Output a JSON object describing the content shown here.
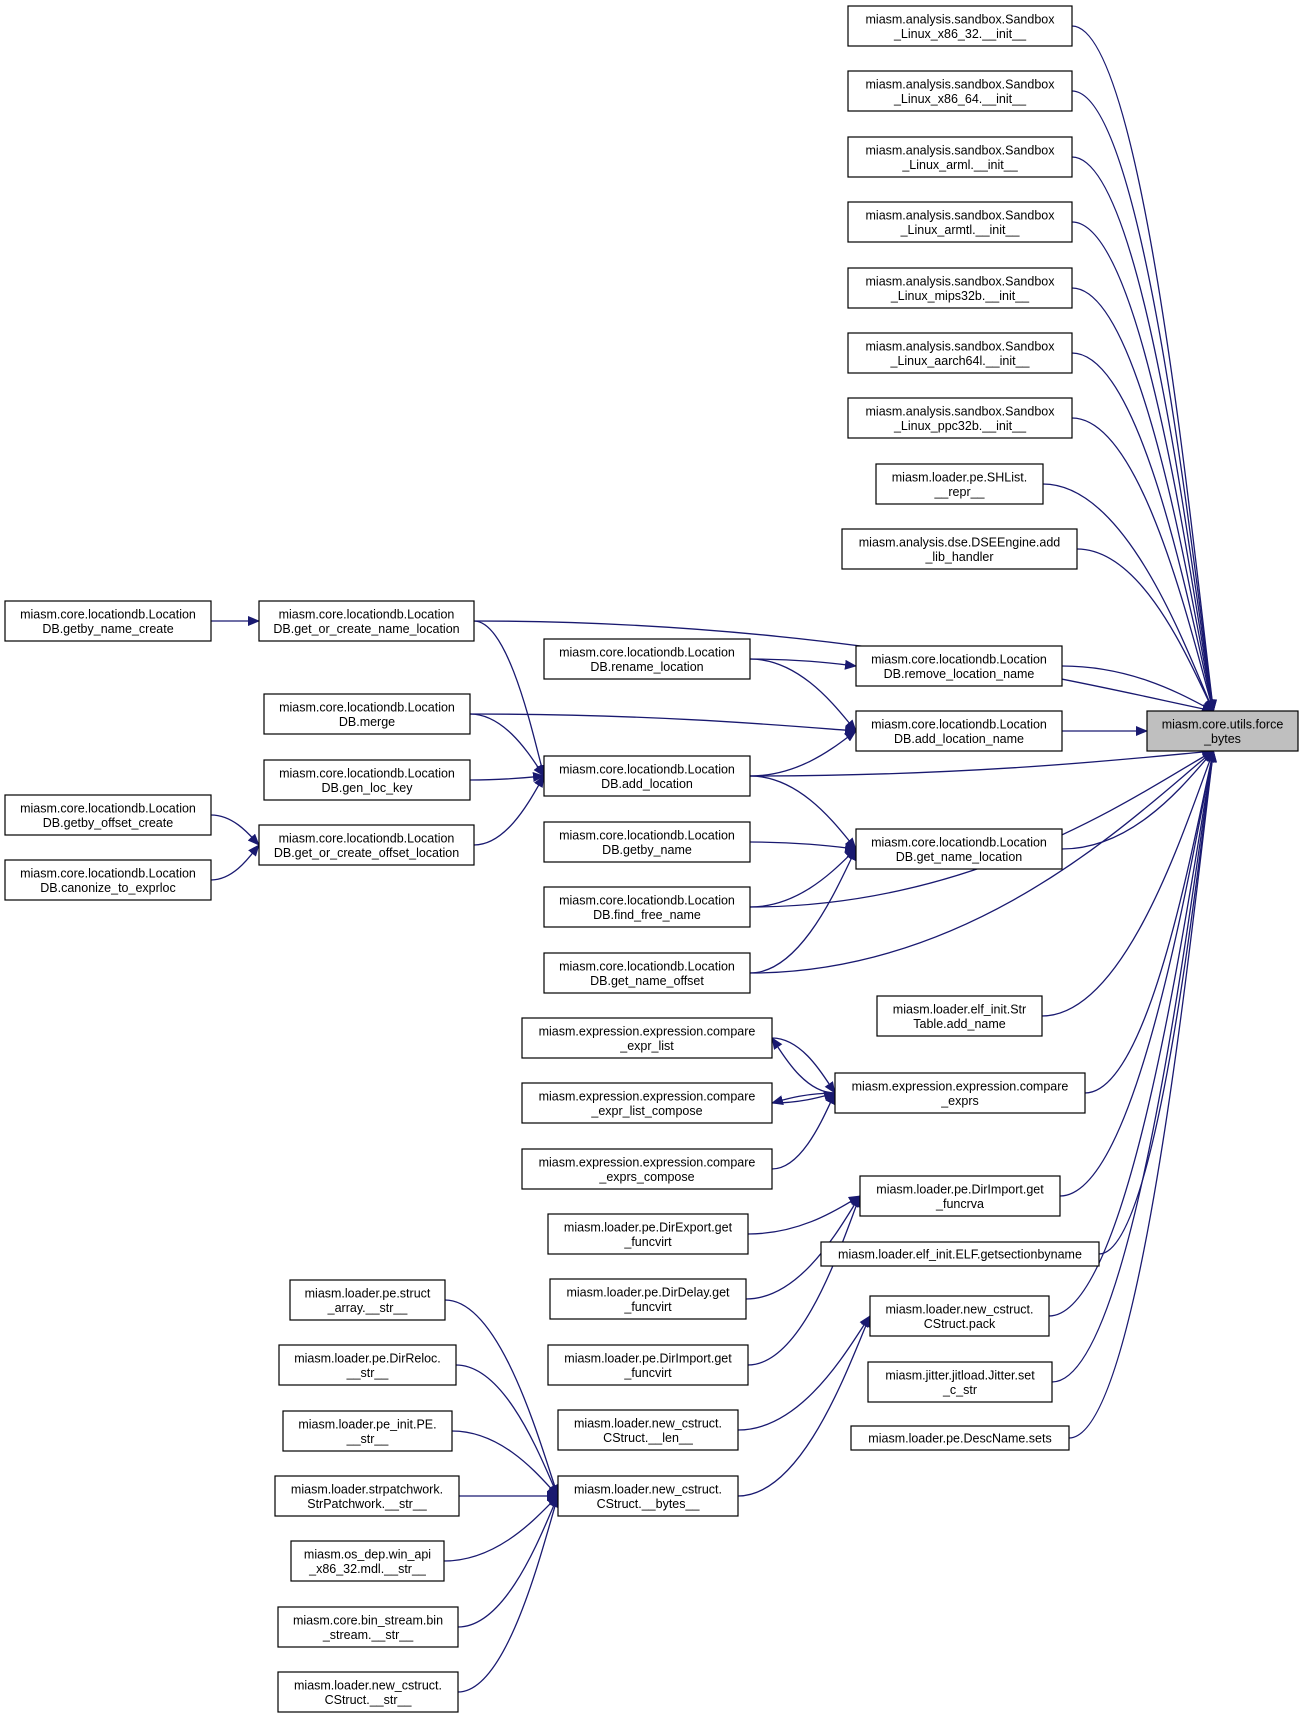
{
  "graph": {
    "root": "root",
    "nodes": [
      {
        "id": "root",
        "lines": [
          "miasm.core.utils.force",
          "_bytes"
        ]
      },
      {
        "id": "sb_x86_32",
        "lines": [
          "miasm.analysis.sandbox.Sandbox",
          "_Linux_x86_32.__init__"
        ]
      },
      {
        "id": "sb_x86_64",
        "lines": [
          "miasm.analysis.sandbox.Sandbox",
          "_Linux_x86_64.__init__"
        ]
      },
      {
        "id": "sb_arml",
        "lines": [
          "miasm.analysis.sandbox.Sandbox",
          "_Linux_arml.__init__"
        ]
      },
      {
        "id": "sb_armtl",
        "lines": [
          "miasm.analysis.sandbox.Sandbox",
          "_Linux_armtl.__init__"
        ]
      },
      {
        "id": "sb_mips32b",
        "lines": [
          "miasm.analysis.sandbox.Sandbox",
          "_Linux_mips32b.__init__"
        ]
      },
      {
        "id": "sb_aarch64l",
        "lines": [
          "miasm.analysis.sandbox.Sandbox",
          "_Linux_aarch64l.__init__"
        ]
      },
      {
        "id": "sb_ppc32b",
        "lines": [
          "miasm.analysis.sandbox.Sandbox",
          "_Linux_ppc32b.__init__"
        ]
      },
      {
        "id": "shlist_repr",
        "lines": [
          "miasm.loader.pe.SHList.",
          "__repr__"
        ]
      },
      {
        "id": "dse_add_lib",
        "lines": [
          "miasm.analysis.dse.DSEEngine.add",
          "_lib_handler"
        ]
      },
      {
        "id": "getby_name_create",
        "lines": [
          "miasm.core.locationdb.Location",
          "DB.getby_name_create"
        ]
      },
      {
        "id": "get_or_create_name_location",
        "lines": [
          "miasm.core.locationdb.Location",
          "DB.get_or_create_name_location"
        ]
      },
      {
        "id": "rename_location",
        "lines": [
          "miasm.core.locationdb.Location",
          "DB.rename_location"
        ]
      },
      {
        "id": "remove_location_name",
        "lines": [
          "miasm.core.locationdb.Location",
          "DB.remove_location_name"
        ]
      },
      {
        "id": "merge",
        "lines": [
          "miasm.core.locationdb.Location",
          "DB.merge"
        ]
      },
      {
        "id": "add_location_name",
        "lines": [
          "miasm.core.locationdb.Location",
          "DB.add_location_name"
        ]
      },
      {
        "id": "gen_loc_key",
        "lines": [
          "miasm.core.locationdb.Location",
          "DB.gen_loc_key"
        ]
      },
      {
        "id": "add_location",
        "lines": [
          "miasm.core.locationdb.Location",
          "DB.add_location"
        ]
      },
      {
        "id": "getby_offset_create",
        "lines": [
          "miasm.core.locationdb.Location",
          "DB.getby_offset_create"
        ]
      },
      {
        "id": "get_or_create_offset_location",
        "lines": [
          "miasm.core.locationdb.Location",
          "DB.get_or_create_offset_location"
        ]
      },
      {
        "id": "canonize_to_exprloc",
        "lines": [
          "miasm.core.locationdb.Location",
          "DB.canonize_to_exprloc"
        ]
      },
      {
        "id": "getby_name",
        "lines": [
          "miasm.core.locationdb.Location",
          "DB.getby_name"
        ]
      },
      {
        "id": "get_name_location",
        "lines": [
          "miasm.core.locationdb.Location",
          "DB.get_name_location"
        ]
      },
      {
        "id": "find_free_name",
        "lines": [
          "miasm.core.locationdb.Location",
          "DB.find_free_name"
        ]
      },
      {
        "id": "get_name_offset",
        "lines": [
          "miasm.core.locationdb.Location",
          "DB.get_name_offset"
        ]
      },
      {
        "id": "strtable_add_name",
        "lines": [
          "miasm.loader.elf_init.Str",
          "Table.add_name"
        ]
      },
      {
        "id": "compare_expr_list",
        "lines": [
          "miasm.expression.expression.compare",
          "_expr_list"
        ]
      },
      {
        "id": "compare_exprs",
        "lines": [
          "miasm.expression.expression.compare",
          "_exprs"
        ]
      },
      {
        "id": "compare_expr_list_compose",
        "lines": [
          "miasm.expression.expression.compare",
          "_expr_list_compose"
        ]
      },
      {
        "id": "compare_exprs_compose",
        "lines": [
          "miasm.expression.expression.compare",
          "_exprs_compose"
        ]
      },
      {
        "id": "dirimport_get_funcrva",
        "lines": [
          "miasm.loader.pe.DirImport.get",
          "_funcrva"
        ]
      },
      {
        "id": "direxport_get_funcvirt",
        "lines": [
          "miasm.loader.pe.DirExport.get",
          "_funcvirt"
        ]
      },
      {
        "id": "getsectionbyname",
        "lines": [
          "miasm.loader.elf_init.ELF.getsectionbyname"
        ]
      },
      {
        "id": "dirdelay_get_funcvirt",
        "lines": [
          "miasm.loader.pe.DirDelay.get",
          "_funcvirt"
        ]
      },
      {
        "id": "struct_array_str",
        "lines": [
          "miasm.loader.pe.struct",
          "_array.__str__"
        ]
      },
      {
        "id": "cstruct_pack",
        "lines": [
          "miasm.loader.new_cstruct.",
          "CStruct.pack"
        ]
      },
      {
        "id": "dirreloc_str",
        "lines": [
          "miasm.loader.pe.DirReloc.",
          "__str__"
        ]
      },
      {
        "id": "dirimport_get_funcvirt",
        "lines": [
          "miasm.loader.pe.DirImport.get",
          "_funcvirt"
        ]
      },
      {
        "id": "jitter_set_c_str",
        "lines": [
          "miasm.jitter.jitload.Jitter.set",
          "_c_str"
        ]
      },
      {
        "id": "pe_init_str",
        "lines": [
          "miasm.loader.pe_init.PE.",
          "__str__"
        ]
      },
      {
        "id": "cstruct_len",
        "lines": [
          "miasm.loader.new_cstruct.",
          "CStruct.__len__"
        ]
      },
      {
        "id": "descname_sets",
        "lines": [
          "miasm.loader.pe.DescName.sets"
        ]
      },
      {
        "id": "strpatchwork_str",
        "lines": [
          "miasm.loader.strpatchwork.",
          "StrPatchwork.__str__"
        ]
      },
      {
        "id": "cstruct_bytes",
        "lines": [
          "miasm.loader.new_cstruct.",
          "CStruct.__bytes__"
        ]
      },
      {
        "id": "win_api_mdl_str",
        "lines": [
          "miasm.os_dep.win_api",
          "_x86_32.mdl.__str__"
        ]
      },
      {
        "id": "bin_stream_str",
        "lines": [
          "miasm.core.bin_stream.bin",
          "_stream.__str__"
        ]
      },
      {
        "id": "cstruct_str",
        "lines": [
          "miasm.loader.new_cstruct.",
          "CStruct.__str__"
        ]
      }
    ],
    "edges": [
      {
        "from": "sb_x86_32",
        "to": "root"
      },
      {
        "from": "sb_x86_64",
        "to": "root"
      },
      {
        "from": "sb_arml",
        "to": "root"
      },
      {
        "from": "sb_armtl",
        "to": "root"
      },
      {
        "from": "sb_mips32b",
        "to": "root"
      },
      {
        "from": "sb_aarch64l",
        "to": "root"
      },
      {
        "from": "sb_ppc32b",
        "to": "root"
      },
      {
        "from": "shlist_repr",
        "to": "root"
      },
      {
        "from": "dse_add_lib",
        "to": "root"
      },
      {
        "from": "get_or_create_name_location",
        "to": "root"
      },
      {
        "from": "remove_location_name",
        "to": "root"
      },
      {
        "from": "add_location_name",
        "to": "root"
      },
      {
        "from": "add_location",
        "to": "root"
      },
      {
        "from": "get_name_location",
        "to": "root"
      },
      {
        "from": "find_free_name",
        "to": "root"
      },
      {
        "from": "get_name_offset",
        "to": "root"
      },
      {
        "from": "strtable_add_name",
        "to": "root"
      },
      {
        "from": "compare_exprs",
        "to": "root"
      },
      {
        "from": "dirimport_get_funcrva",
        "to": "root"
      },
      {
        "from": "getsectionbyname",
        "to": "root"
      },
      {
        "from": "cstruct_pack",
        "to": "root"
      },
      {
        "from": "jitter_set_c_str",
        "to": "root"
      },
      {
        "from": "descname_sets",
        "to": "root"
      },
      {
        "from": "getby_name_create",
        "to": "get_or_create_name_location"
      },
      {
        "from": "get_or_create_name_location",
        "to": "add_location"
      },
      {
        "from": "rename_location",
        "to": "remove_location_name"
      },
      {
        "from": "rename_location",
        "to": "add_location_name"
      },
      {
        "from": "merge",
        "to": "add_location_name"
      },
      {
        "from": "merge",
        "to": "add_location"
      },
      {
        "from": "add_location",
        "to": "add_location_name"
      },
      {
        "from": "gen_loc_key",
        "to": "add_location"
      },
      {
        "from": "get_or_create_offset_location",
        "to": "add_location"
      },
      {
        "from": "add_location",
        "to": "get_name_location"
      },
      {
        "from": "getby_offset_create",
        "to": "get_or_create_offset_location"
      },
      {
        "from": "canonize_to_exprloc",
        "to": "get_or_create_offset_location"
      },
      {
        "from": "getby_name",
        "to": "get_name_location"
      },
      {
        "from": "find_free_name",
        "to": "get_name_location"
      },
      {
        "from": "get_name_offset",
        "to": "get_name_location"
      },
      {
        "from": "compare_exprs",
        "to": "compare_expr_list"
      },
      {
        "from": "compare_expr_list",
        "to": "compare_exprs"
      },
      {
        "from": "compare_exprs",
        "to": "compare_expr_list_compose"
      },
      {
        "from": "compare_expr_list_compose",
        "to": "compare_exprs"
      },
      {
        "from": "compare_exprs_compose",
        "to": "compare_exprs"
      },
      {
        "from": "direxport_get_funcvirt",
        "to": "dirimport_get_funcrva"
      },
      {
        "from": "dirdelay_get_funcvirt",
        "to": "dirimport_get_funcrva"
      },
      {
        "from": "dirimport_get_funcvirt",
        "to": "dirimport_get_funcrva"
      },
      {
        "from": "cstruct_len",
        "to": "cstruct_pack"
      },
      {
        "from": "cstruct_bytes",
        "to": "cstruct_pack"
      },
      {
        "from": "struct_array_str",
        "to": "cstruct_bytes"
      },
      {
        "from": "dirreloc_str",
        "to": "cstruct_bytes"
      },
      {
        "from": "pe_init_str",
        "to": "cstruct_bytes"
      },
      {
        "from": "strpatchwork_str",
        "to": "cstruct_bytes"
      },
      {
        "from": "win_api_mdl_str",
        "to": "cstruct_bytes"
      },
      {
        "from": "bin_stream_str",
        "to": "cstruct_bytes"
      },
      {
        "from": "cstruct_str",
        "to": "cstruct_bytes"
      }
    ]
  }
}
